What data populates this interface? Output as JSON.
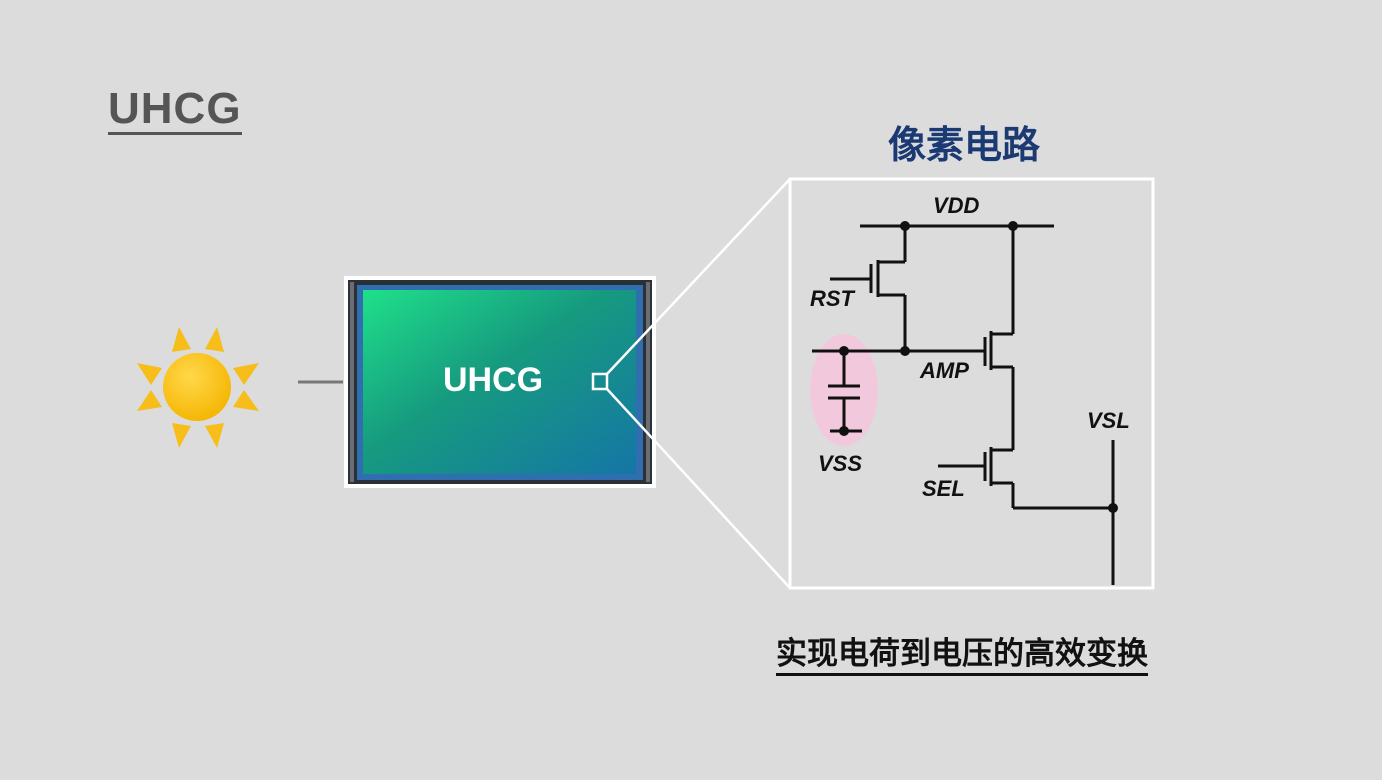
{
  "title": "UHCG",
  "chip": {
    "label": "UHCG"
  },
  "circuit": {
    "title": "像素电路",
    "labels": {
      "vdd": "VDD",
      "rst": "RST",
      "amp": "AMP",
      "vss": "VSS",
      "sel": "SEL",
      "vsl": "VSL"
    }
  },
  "caption": "实现电荷到电压的高效变换",
  "colors": {
    "background": "#dcdcdc",
    "title_text": "#555555",
    "circuit_title": "#1b3a73",
    "sun": "#f7bd1b",
    "highlight": "#f2c9dc"
  },
  "icons": [
    "sun-icon"
  ]
}
